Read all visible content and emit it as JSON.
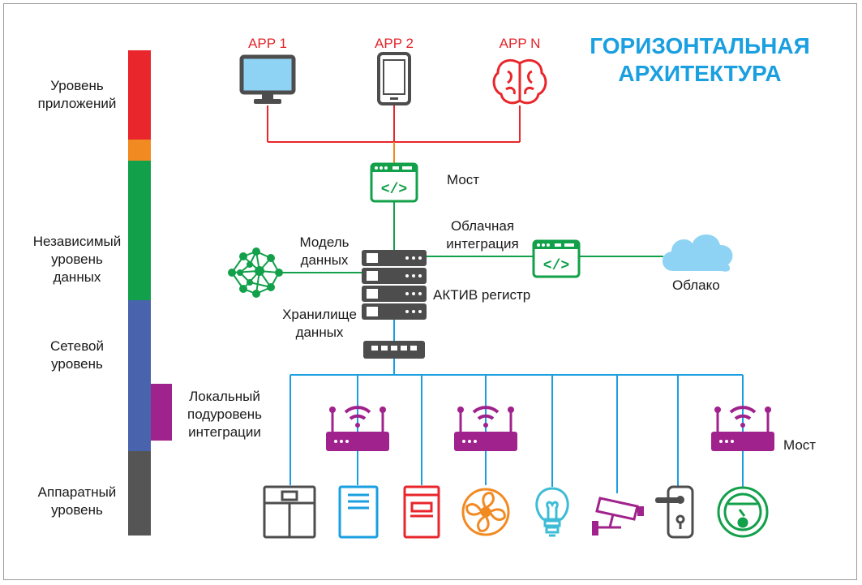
{
  "title": {
    "line1": "ГОРИЗОНТАЛЬНАЯ",
    "line2": "АРХИТЕКТУРА"
  },
  "layers": {
    "app": {
      "line1": "Уровень",
      "line2": "приложений"
    },
    "data": {
      "line1": "Независимый",
      "line2": "уровень",
      "line3": "данных"
    },
    "network": {
      "line1": "Сетевой",
      "line2": "уровень"
    },
    "local": {
      "line1": "Локальный",
      "line2": "подуровень",
      "line3": "интеграции"
    },
    "hardware": {
      "line1": "Аппаратный",
      "line2": "уровень"
    }
  },
  "apps": [
    "APP 1",
    "APP 2",
    "APP N"
  ],
  "nodes": {
    "bridge_top": "Мост",
    "cloud_integration": {
      "line1": "Облачная",
      "line2": "интеграция"
    },
    "cloud": "Облако",
    "data_model": {
      "line1": "Модель",
      "line2": "данных"
    },
    "registry": "АКТИВ регистр",
    "storage": {
      "line1": "Хранилище",
      "line2": "данных"
    },
    "bridge_bottom": "Мост"
  },
  "colors": {
    "app_layer": "#e8262b",
    "app_accent": "#f28a22",
    "data_layer": "#12a04a",
    "network_layer": "#4a63ad",
    "local_layer": "#a0228c",
    "hardware_layer": "#555555",
    "bus": "#1a9fe0",
    "title": "#1a9fe0"
  },
  "icons": {
    "apps": [
      "monitor-icon",
      "tablet-icon",
      "brain-icon"
    ],
    "bridges": [
      "code-window-icon",
      "code-window-icon"
    ],
    "server": "server-rack-icon",
    "switch": "network-switch-icon",
    "routers": [
      "wifi-router-icon",
      "wifi-router-icon",
      "wifi-router-icon"
    ],
    "data_model": "neural-network-icon",
    "cloud": "cloud-icon",
    "devices": [
      "cabinet-icon",
      "document-icon",
      "card-icon",
      "fan-icon",
      "light-bulb-icon",
      "security-camera-icon",
      "door-lock-icon",
      "robot-vacuum-icon"
    ]
  }
}
